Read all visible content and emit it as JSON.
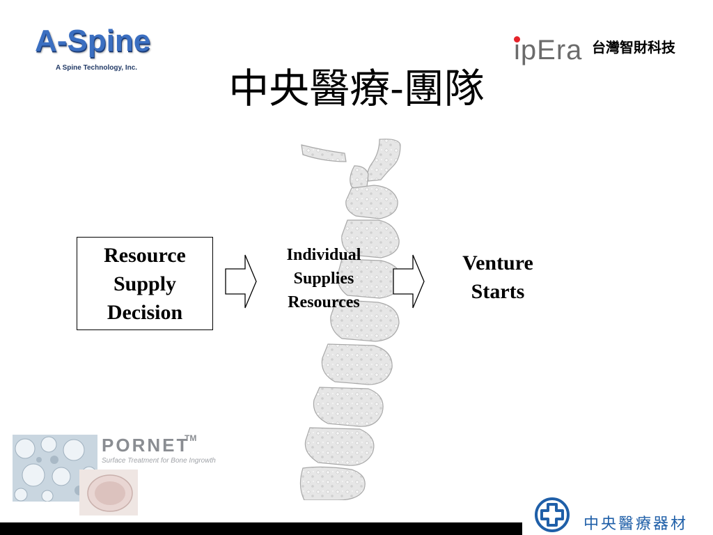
{
  "header": {
    "logo_left": {
      "name": "A-Spine",
      "tagline": "A Spine Technology, Inc."
    },
    "logo_right": {
      "name": "ipEra"
    },
    "company_name": "台灣智財科技",
    "title": "中央醫療-團隊"
  },
  "diagram": {
    "box1": {
      "label": "Resource\nSupply\nDecision"
    },
    "box2": {
      "label": "Individual\nSupplies\nResources"
    },
    "box3": {
      "label": "Venture\nStarts"
    },
    "arrow_icon": "right-arrow-icon"
  },
  "pornet": {
    "name": "PORNET",
    "trademark": "TM",
    "subtitle": "Surface Treatment for Bone Ingrowth"
  },
  "footer": {
    "company": "中央醫療器材",
    "logo_icon": "medical-cross-icon"
  },
  "colors": {
    "aspine_blue": "#3b6fc1",
    "footer_blue": "#1f5fa8",
    "ipera_red": "#e5232a",
    "bar_black": "#000000"
  }
}
